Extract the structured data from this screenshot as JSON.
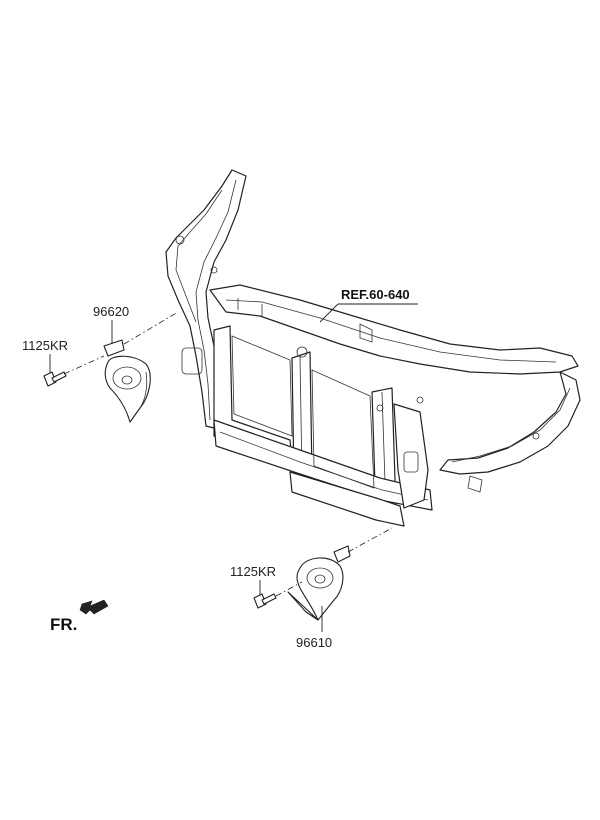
{
  "labels": {
    "ref": "REF.60-640",
    "horn_upper_part": "96620",
    "bolt_upper": "1125KR",
    "horn_lower_part": "96610",
    "bolt_lower": "1125KR",
    "front_indicator": "FR."
  },
  "icons": {
    "front_arrow": "arrow-down-left-icon"
  }
}
